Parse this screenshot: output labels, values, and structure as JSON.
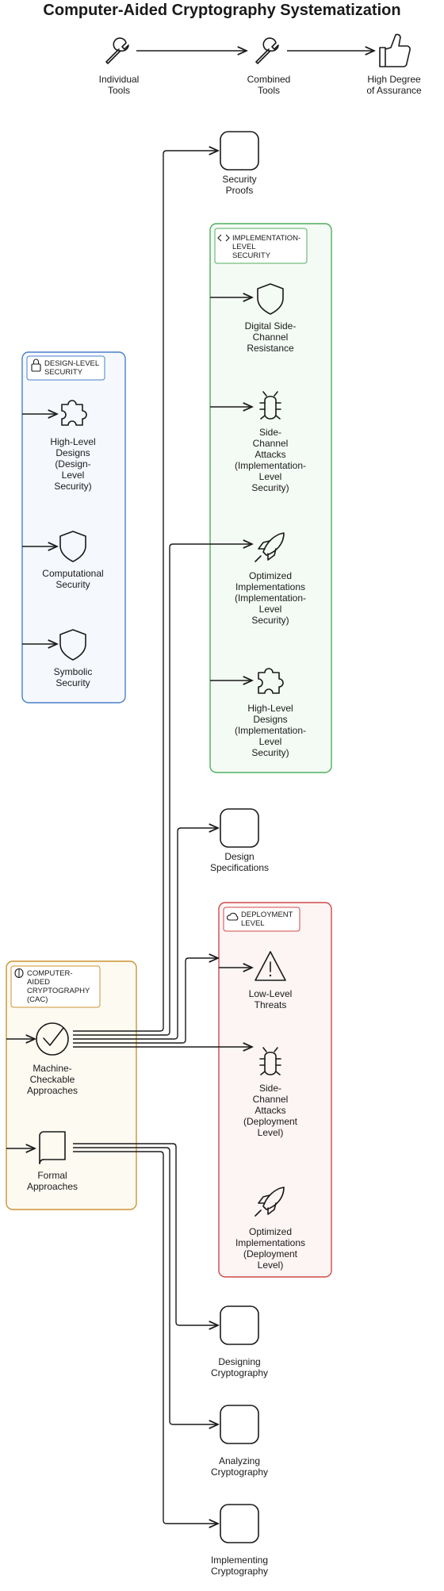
{
  "title": "Computer-Aided Cryptography Systematization",
  "top_flow": [
    {
      "label": [
        "Individual",
        "Tools"
      ],
      "icon": "wrench-icon"
    },
    {
      "label": [
        "Combined",
        "Tools"
      ],
      "icon": "wrench-icon"
    },
    {
      "label": [
        "High Degree",
        "of Assurance"
      ],
      "icon": "thumbs-up-icon"
    }
  ],
  "groups": {
    "design_level": {
      "label": [
        "DESIGN-LEVEL",
        "SECURITY"
      ],
      "icon": "lock-icon",
      "color": "#4a7fcf"
    },
    "implementation_level": {
      "label": [
        "IMPLEMENTATION-",
        "LEVEL",
        "SECURITY"
      ],
      "icon": "code-icon",
      "color": "#4fae5f"
    },
    "deployment_level": {
      "label": [
        "DEPLOYMENT",
        "LEVEL"
      ],
      "icon": "cloud-icon",
      "color": "#cf4a4a"
    },
    "cac": {
      "label": [
        "COMPUTER-",
        "AIDED",
        "CRYPTOGRAPHY",
        "(CAC)"
      ],
      "icon": "brain-icon",
      "color": "#cc9336"
    }
  },
  "nodes": {
    "security_proofs": {
      "label": [
        "Security",
        "Proofs"
      ]
    },
    "digital_side_channel": {
      "label": [
        "Digital Side-",
        "Channel",
        "Resistance"
      ],
      "icon": "shield-icon"
    },
    "side_channel_impl": {
      "label": [
        "Side-",
        "Channel",
        "Attacks",
        "(Implementation-",
        "Level",
        "Security)"
      ],
      "icon": "bug-icon"
    },
    "optimized_impl": {
      "label": [
        "Optimized",
        "Implementations",
        "(Implementation-",
        "Level",
        "Security)"
      ],
      "icon": "rocket-icon"
    },
    "high_level_impl": {
      "label": [
        "High-Level",
        "Designs",
        "(Implementation-",
        "Level",
        "Security)"
      ],
      "icon": "puzzle-icon"
    },
    "high_level_design": {
      "label": [
        "High-Level",
        "Designs",
        "(Design-",
        "Level",
        "Security)"
      ],
      "icon": "puzzle-icon"
    },
    "computational_security": {
      "label": [
        "Computational",
        "Security"
      ],
      "icon": "shield-icon"
    },
    "symbolic_security": {
      "label": [
        "Symbolic",
        "Security"
      ],
      "icon": "shield-icon"
    },
    "design_specifications": {
      "label": [
        "Design",
        "Specifications"
      ]
    },
    "low_level_threats": {
      "label": [
        "Low-Level",
        "Threats"
      ],
      "icon": "warning-icon"
    },
    "side_channel_deploy": {
      "label": [
        "Side-",
        "Channel",
        "Attacks",
        "(Deployment",
        "Level)"
      ],
      "icon": "bug-icon"
    },
    "optimized_deploy": {
      "label": [
        "Optimized",
        "Implementations",
        "(Deployment",
        "Level)"
      ],
      "icon": "rocket-icon"
    },
    "machine_checkable": {
      "label": [
        "Machine-",
        "Checkable",
        "Approaches"
      ],
      "icon": "check-circle-icon"
    },
    "formal_approaches": {
      "label": [
        "Formal",
        "Approaches"
      ],
      "icon": "book-icon"
    },
    "designing": {
      "label": [
        "Designing",
        "Cryptography"
      ]
    },
    "analyzing": {
      "label": [
        "Analyzing",
        "Cryptography"
      ]
    },
    "implementing": {
      "label": [
        "Implementing",
        "Cryptography"
      ]
    }
  }
}
